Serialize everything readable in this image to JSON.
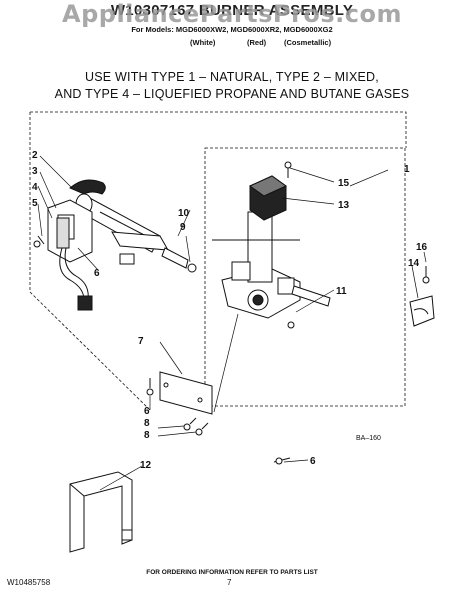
{
  "header": {
    "watermark": "AppliancePartsPros.com",
    "title": "W10307167 BURNER ASSEMBLY",
    "models_line": "For Models: MGD6000XW2, MGD6000XR2, MGD6000XG2",
    "colors": [
      "(White)",
      "(Red)",
      "(Cosmetallic)"
    ]
  },
  "usage": {
    "line1": "USE WITH TYPE 1 – NATURAL, TYPE 2 – MIXED,",
    "line2": "AND TYPE 4 – LIQUEFIED PROPANE AND BUTANE GASES"
  },
  "diagram": {
    "callouts": [
      "1",
      "2",
      "3",
      "4",
      "5",
      "6",
      "7",
      "8",
      "9",
      "10",
      "11",
      "12",
      "13",
      "14",
      "15",
      "16",
      "6",
      "6",
      "8"
    ],
    "code": "BA–160"
  },
  "footer": {
    "ordering_info": "FOR ORDERING INFORMATION REFER TO PARTS LIST",
    "doc_number": "W10485758",
    "page": "7"
  }
}
